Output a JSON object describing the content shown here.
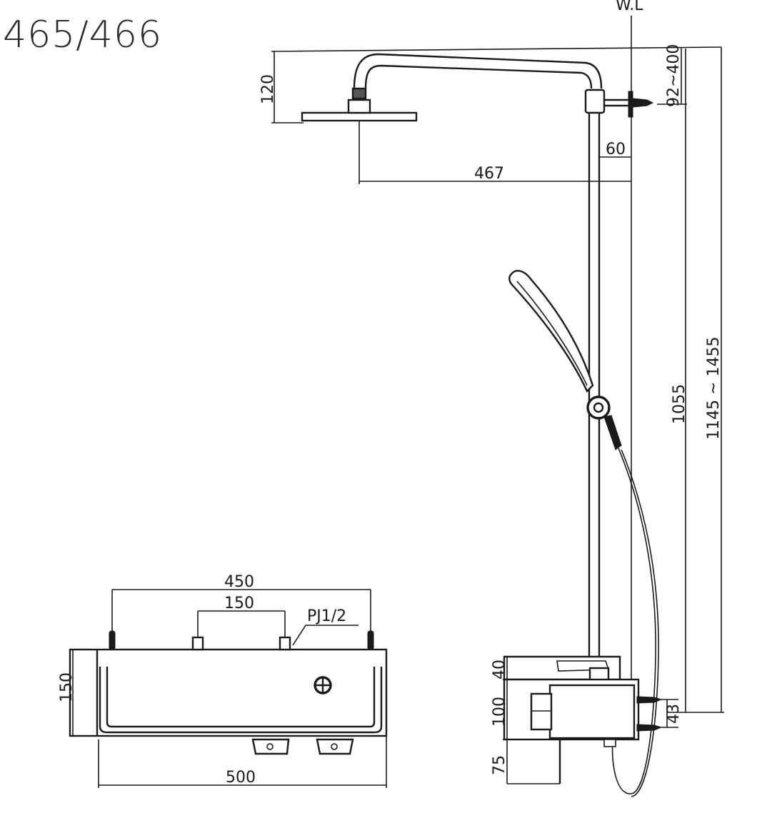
{
  "title": "465/466",
  "wall_label": "W.L",
  "labels": {
    "head_height": "120",
    "arm_reach": "467",
    "wall_offset": "60",
    "arm_adjust": "92~400",
    "mixer_to_arm": "1055",
    "total_height": "1145 ~ 1455",
    "width_inlets": "450",
    "inlet_spacing": "150",
    "thread": "PJ1/2",
    "body_height": "150",
    "body_width": "500",
    "side_top": "40",
    "side_mid": "100",
    "side_bottom": "75",
    "inlet_depth": "43"
  }
}
